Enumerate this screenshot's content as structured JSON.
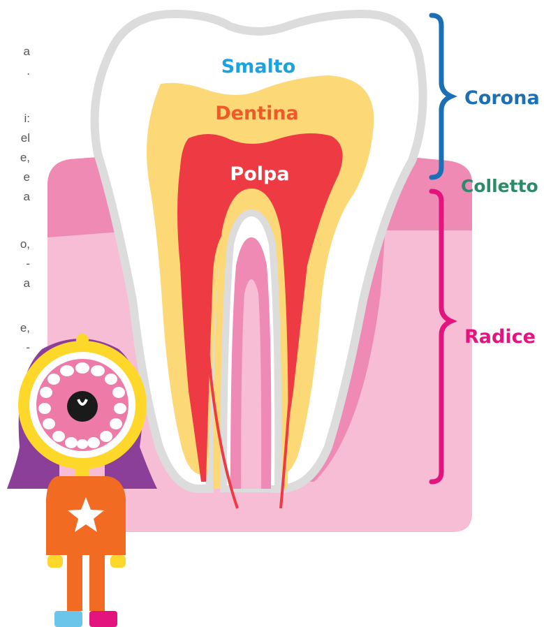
{
  "labels": {
    "smalto": "Smalto",
    "dentina": "Dentina",
    "polpa": "Polpa",
    "corona": "Corona",
    "colletto": "Colletto",
    "radice": "Radice"
  },
  "text_fragments": [
    "a",
    ".",
    "i:",
    "el",
    "e,",
    "e",
    "a",
    "o,",
    "-",
    "a",
    "e,",
    "-"
  ],
  "colors": {
    "enamel": "#ffffff",
    "enamel_outline": "#dcdcdc",
    "dentin": "#fdd876",
    "pulp": "#ee3a43",
    "gum_dark": "#ef8ab4",
    "gum_light": "#f7bdd5",
    "corona_bracket": "#1a6fb5",
    "colletto_label": "#2e8b6a",
    "radice_bracket": "#e4147f",
    "smalto_label": "#1aa3e0",
    "dentina_label": "#f05a28"
  }
}
